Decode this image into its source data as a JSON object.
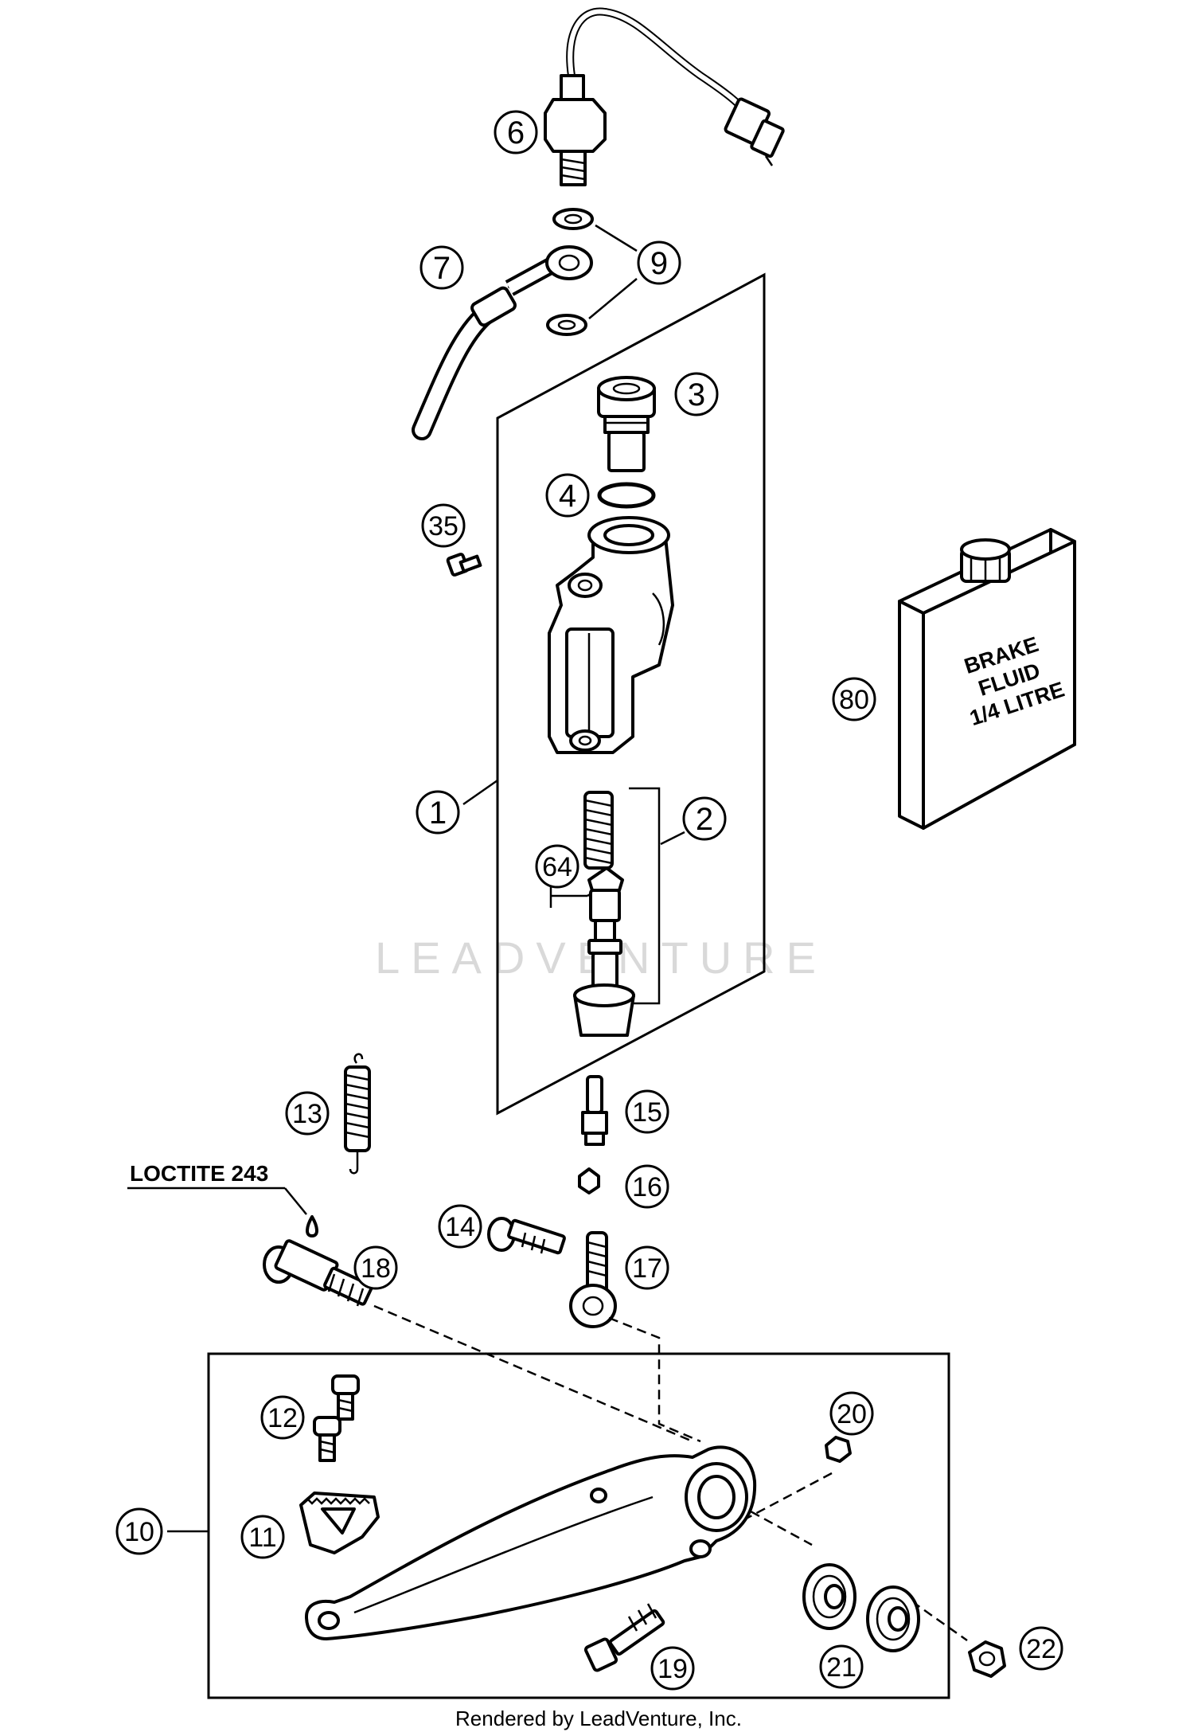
{
  "callouts": {
    "c1": "1",
    "c2": "2",
    "c3": "3",
    "c4": "4",
    "c6": "6",
    "c7": "7",
    "c9": "9",
    "c10": "10",
    "c11": "11",
    "c12": "12",
    "c13": "13",
    "c14": "14",
    "c15": "15",
    "c16": "16",
    "c17": "17",
    "c18": "18",
    "c19": "19",
    "c20": "20",
    "c21": "21",
    "c22": "22",
    "c35": "35",
    "c64": "64",
    "c80": "80"
  },
  "note": {
    "loctite": "LOCTITE 243"
  },
  "jug_label": {
    "line1": "BRAKE",
    "line2": "FLUID",
    "line3": "1/4 LITRE"
  },
  "watermark": "LEADVENTURE",
  "footer": "Rendered by LeadVenture, Inc."
}
